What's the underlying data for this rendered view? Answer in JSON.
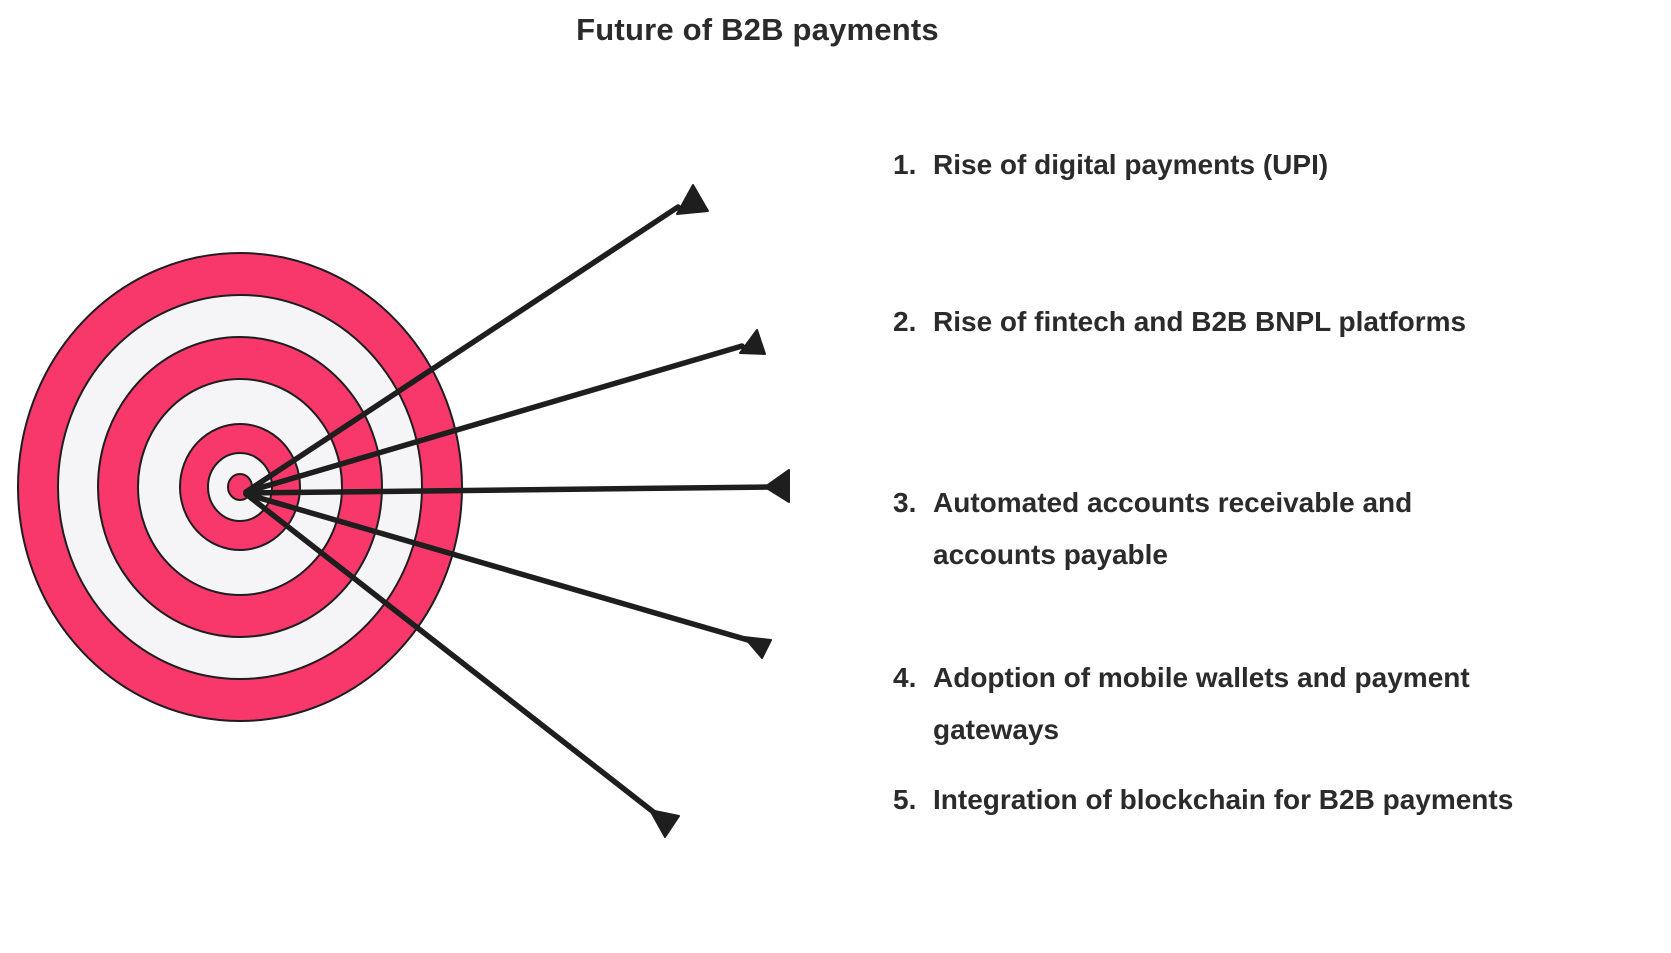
{
  "title": "Future of B2B payments",
  "colors": {
    "pink": "#F8386B",
    "ring_white": "#F5F4F6",
    "outline": "#1E1E1E",
    "text": "#2B2B2B",
    "arrow": "#1E1E1E",
    "background": "#FFFFFF"
  },
  "target": {
    "icon": "dartboard-target-icon",
    "ring_count": 7,
    "arrow_count": 5
  },
  "items": [
    {
      "number": "1.",
      "text": "Rise of digital payments (UPI)"
    },
    {
      "number": "2.",
      "text": "Rise of fintech and B2B BNPL platforms"
    },
    {
      "number": "3.",
      "text": "Automated accounts receivable and\naccounts payable"
    },
    {
      "number": "4.",
      "text": "Adoption of mobile wallets and payment\ngateways"
    },
    {
      "number": "5.",
      "text": "Integration of blockchain for B2B payments"
    }
  ]
}
